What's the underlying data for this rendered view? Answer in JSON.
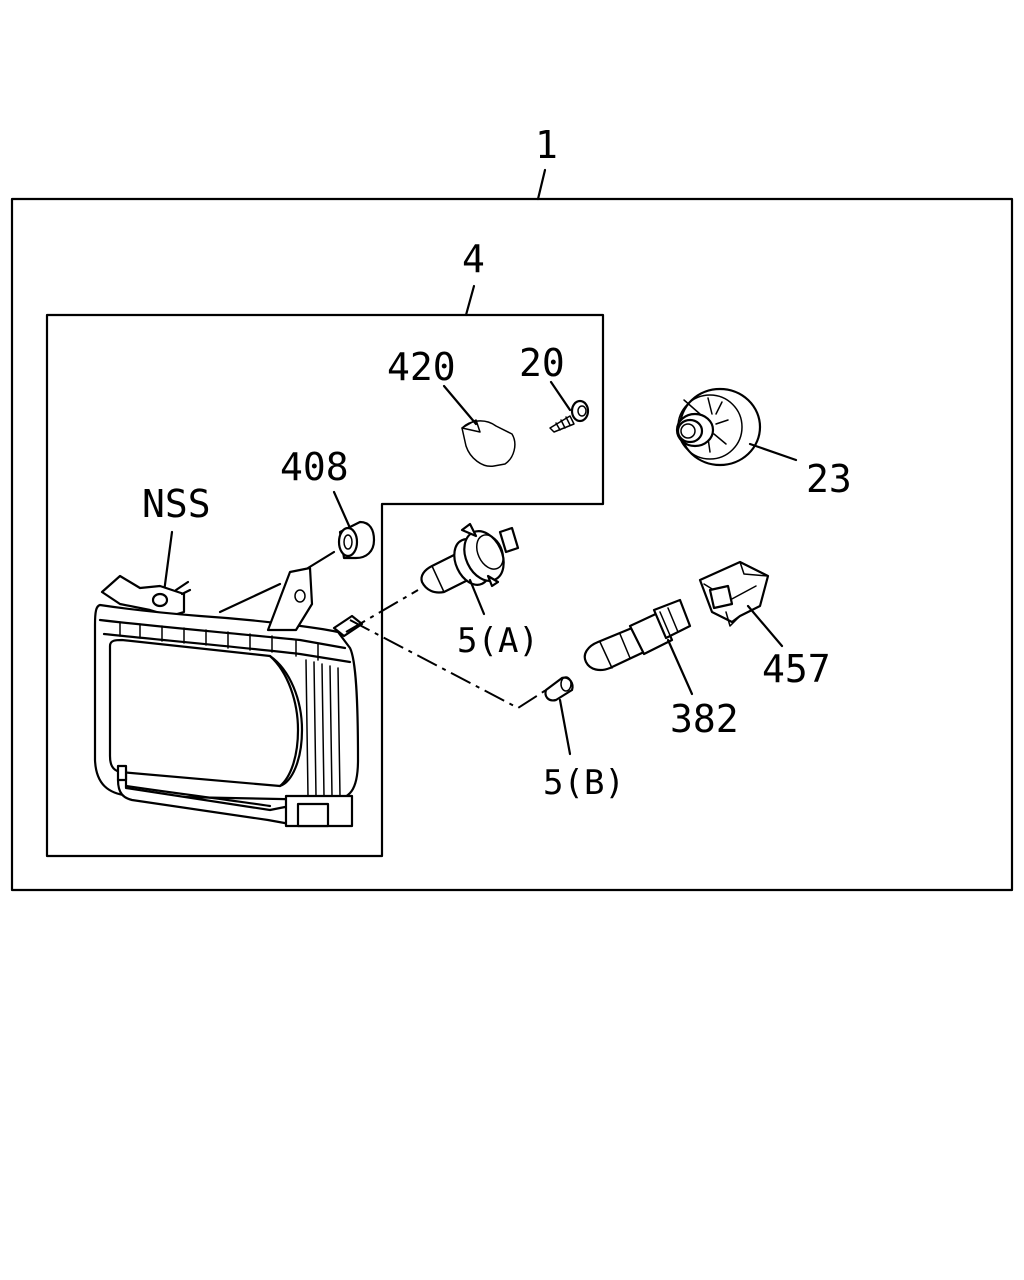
{
  "labels": {
    "assembly": "1",
    "subassembly": "4",
    "part_420": "420",
    "part_20": "20",
    "part_23": "23",
    "part_408": "408",
    "nss": "NSS",
    "part_5a": "5(A)",
    "part_457": "457",
    "part_382": "382",
    "part_5b": "5(B)"
  }
}
